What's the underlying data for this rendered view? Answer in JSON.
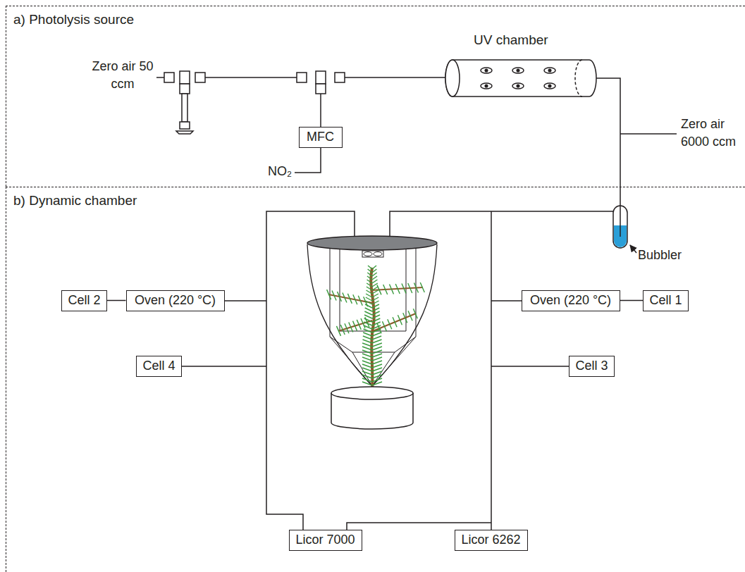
{
  "diagram": {
    "nodes": [
      {
        "text": [
          "a) Photolysis source"
        ]
      },
      {
        "text": [
          "MFC"
        ],
        "in": 0
      },
      {
        "text": [
          "b) Dynamic chamber"
        ]
      },
      {
        "text": [
          "Cell 2"
        ],
        "in": 2
      },
      {
        "text": [
          "Oven (220 °C)"
        ],
        "in": 2
      },
      {
        "text": [
          "Oven (220 °C)"
        ],
        "in": 2
      },
      {
        "text": [
          "Cell 1"
        ],
        "in": 2
      },
      {
        "text": [
          "Cell 4"
        ],
        "in": 2
      },
      {
        "text": [
          "Cell 3"
        ],
        "in": 2
      },
      {
        "text": [
          "Licor 7000"
        ],
        "in": 2
      },
      {
        "text": [
          "Licor 6262"
        ],
        "in": 2
      }
    ],
    "edges": [
      {
        "from": 3,
        "to": 4,
        "arrow": "none"
      },
      {
        "from": 5,
        "to": 6,
        "arrow": "none"
      }
    ],
    "labels": [
      "Zero air 50 ccm",
      "UV chamber",
      "NO₂",
      "Zero air 6000 ccm",
      "Bubbler"
    ]
  }
}
